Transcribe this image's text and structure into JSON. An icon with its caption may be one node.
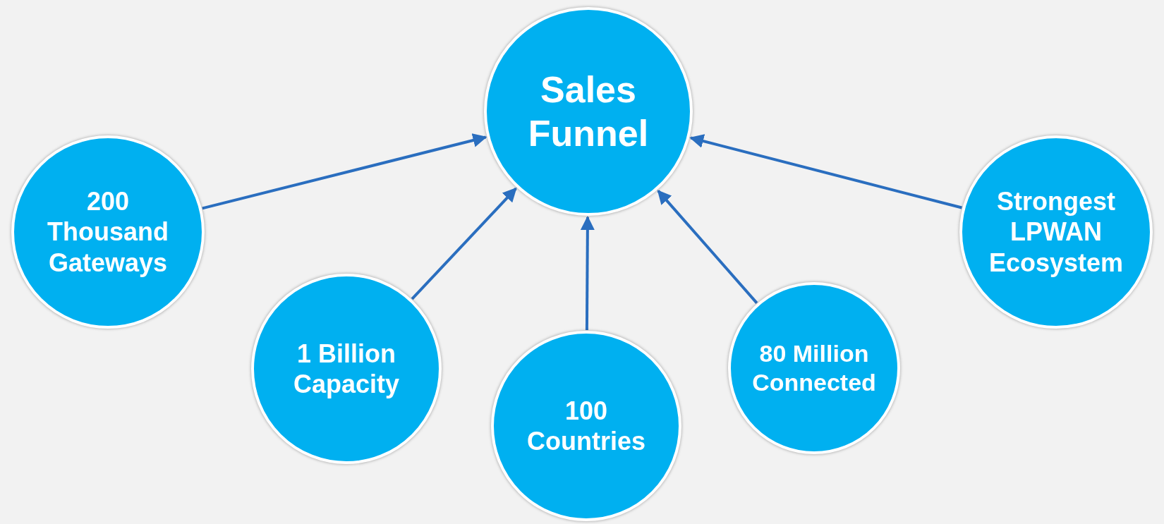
{
  "diagram": {
    "nodes": [
      {
        "text": [
          "Sales Funnel"
        ]
      },
      {
        "text": [
          "200 Thousand Gateways"
        ]
      },
      {
        "text": [
          "1 Billion Capacity"
        ]
      },
      {
        "text": [
          "100 Countries"
        ]
      },
      {
        "text": [
          "80 Million Connected"
        ]
      },
      {
        "text": [
          "Strongest LPWAN Ecosystem"
        ]
      }
    ],
    "edges": [
      {
        "from": 1,
        "to": 0,
        "arrow": "to"
      },
      {
        "from": 2,
        "to": 0,
        "arrow": "to"
      },
      {
        "from": 3,
        "to": 0,
        "arrow": "to"
      },
      {
        "from": 4,
        "to": 0,
        "arrow": "to"
      },
      {
        "from": 5,
        "to": 0,
        "arrow": "to"
      }
    ]
  }
}
